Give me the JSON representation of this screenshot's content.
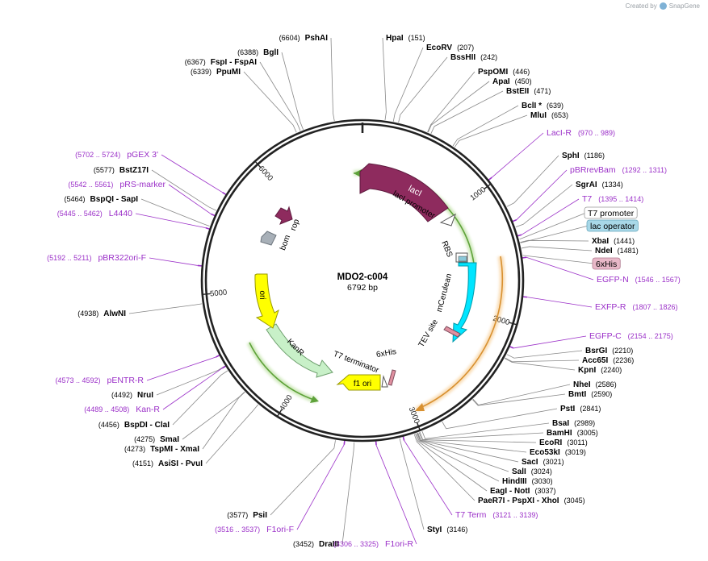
{
  "header": {
    "created_by": "Created by",
    "brand": "SnapGene"
  },
  "plasmid": {
    "name": "MDO2-c004",
    "length_label": "6792 bp",
    "length": 6792
  },
  "colors": {
    "backbone": "#222222",
    "site_text": "#000000",
    "primer": "#9b30c8",
    "site_line": "#888888"
  },
  "sites": [
    {
      "name": "HpaI",
      "pos": "(151)"
    },
    {
      "name": "EcoRV",
      "pos": "(207)"
    },
    {
      "name": "BssHII",
      "pos": "(242)"
    },
    {
      "name": "PspOMI",
      "pos": "(446)"
    },
    {
      "name": "ApaI",
      "pos": "(450)"
    },
    {
      "name": "BstEII",
      "pos": "(471)"
    },
    {
      "name": "BclI *",
      "pos": "(639)"
    },
    {
      "name": "MluI",
      "pos": "(653)"
    },
    {
      "name": "SphI",
      "pos": "(1186)"
    },
    {
      "name": "SgrAI",
      "pos": "(1334)"
    },
    {
      "name": "XbaI",
      "pos": "(1441)"
    },
    {
      "name": "NdeI",
      "pos": "(1481)"
    },
    {
      "name": "BsrGI",
      "pos": "(2210)"
    },
    {
      "name": "Acc65I",
      "pos": "(2236)"
    },
    {
      "name": "KpnI",
      "pos": "(2240)"
    },
    {
      "name": "NheI",
      "pos": "(2586)"
    },
    {
      "name": "BmtI",
      "pos": "(2590)"
    },
    {
      "name": "PstI",
      "pos": "(2841)"
    },
    {
      "name": "BsaI",
      "pos": "(2989)"
    },
    {
      "name": "BamHI",
      "pos": "(3005)"
    },
    {
      "name": "EcoRI",
      "pos": "(3011)"
    },
    {
      "name": "Eco53kI",
      "pos": "(3019)"
    },
    {
      "name": "SacI",
      "pos": "(3021)"
    },
    {
      "name": "SalI",
      "pos": "(3024)"
    },
    {
      "name": "HindIII",
      "pos": "(3030)"
    },
    {
      "name": "EagI  - NotI",
      "pos": "(3037)"
    },
    {
      "name": "PaeR7I  - PspXI  - XhoI",
      "pos": "(3045)"
    },
    {
      "name": "StyI",
      "pos": "(3146)"
    },
    {
      "name": "DraIII",
      "pos": "(3452)"
    },
    {
      "name": "PsiI",
      "pos": "(3577)"
    },
    {
      "name": "AsiSI  - PvuI",
      "pos": "(4151)"
    },
    {
      "name": "TspMI  - XmaI",
      "pos": "(4273)"
    },
    {
      "name": "SmaI",
      "pos": "(4275)"
    },
    {
      "name": "BspDI  - ClaI",
      "pos": "(4456)"
    },
    {
      "name": "NruI",
      "pos": "(4492)"
    },
    {
      "name": "AlwNI",
      "pos": "(4938)"
    },
    {
      "name": "BspQI  - SapI",
      "pos": "(5464)"
    },
    {
      "name": "BstZ17I",
      "pos": "(5577)"
    },
    {
      "name": "PpuMI",
      "pos": "(6339)"
    },
    {
      "name": "FspI  - FspAI",
      "pos": "(6367)"
    },
    {
      "name": "BglI",
      "pos": "(6388)"
    },
    {
      "name": "PshAI",
      "pos": "(6604)"
    }
  ],
  "primers": [
    {
      "name": "LacI-R",
      "range": "(970 .. 989)"
    },
    {
      "name": "pBRrevBam",
      "range": "(1292 .. 1311)"
    },
    {
      "name": "T7",
      "range": "(1395 .. 1414)"
    },
    {
      "name": "EGFP-N",
      "range": "(1546 .. 1567)"
    },
    {
      "name": "EXFP-R",
      "range": "(1807 .. 1826)"
    },
    {
      "name": "EGFP-C",
      "range": "(2154 .. 2175)"
    },
    {
      "name": "T7 Term",
      "range": "(3121 .. 3139)"
    },
    {
      "name": "F1ori-R",
      "range": "(3306 .. 3325)"
    },
    {
      "name": "F1ori-F",
      "range": "(3516 .. 3537)"
    },
    {
      "name": "Kan-R",
      "range": "(4489 .. 4508)"
    },
    {
      "name": "pENTR-R",
      "range": "(4573 .. 4592)"
    },
    {
      "name": "pBR322ori-F",
      "range": "(5192 .. 5211)"
    },
    {
      "name": "L4440",
      "range": "(5445 .. 5462)"
    },
    {
      "name": "pRS-marker",
      "range": "(5542 .. 5561)"
    },
    {
      "name": "pGEX 3'",
      "range": "(5702 .. 5724)"
    }
  ],
  "boxed_features": [
    {
      "name": "T7 promoter",
      "fill": "#ffffff",
      "stroke": "#999999"
    },
    {
      "name": "lac operator",
      "fill": "#a8d8e8",
      "stroke": "#6aa9bd"
    },
    {
      "name": "6xHis",
      "fill": "#e8b8c8",
      "stroke": "#b07a8e"
    }
  ],
  "features": [
    {
      "name": "lacI",
      "color": "#8e2b5e",
      "text_color": "#ffffff"
    },
    {
      "name": "lacI promoter",
      "color": "#ffffff",
      "text_color": "#000000"
    },
    {
      "name": "rop",
      "color": "#8e2b5e",
      "text_color": "#000000"
    },
    {
      "name": "bom",
      "color": "#a8b0b8",
      "text_color": "#000000"
    },
    {
      "name": "ori",
      "color": "#ffff00",
      "text_color": "#000000"
    },
    {
      "name": "KanR",
      "color": "#c8f0c8",
      "text_color": "#000000"
    },
    {
      "name": "f1 ori",
      "color": "#ffff00",
      "text_color": "#000000"
    },
    {
      "name": "RBS",
      "color": "#ffffff",
      "text_color": "#000000"
    },
    {
      "name": "mCerulean",
      "color": "#00e5ff",
      "text_color": "#000000"
    },
    {
      "name": "TEV site",
      "color": "#e090a0",
      "text_color": "#000000"
    },
    {
      "name": "T7 terminator",
      "color": "#ffffff",
      "text_color": "#000000"
    },
    {
      "name": "6xHis",
      "color": "#e090a0",
      "text_color": "#000000"
    }
  ],
  "ticks": [
    "1000",
    "2000",
    "3000",
    "4000",
    "5000",
    "6000"
  ]
}
